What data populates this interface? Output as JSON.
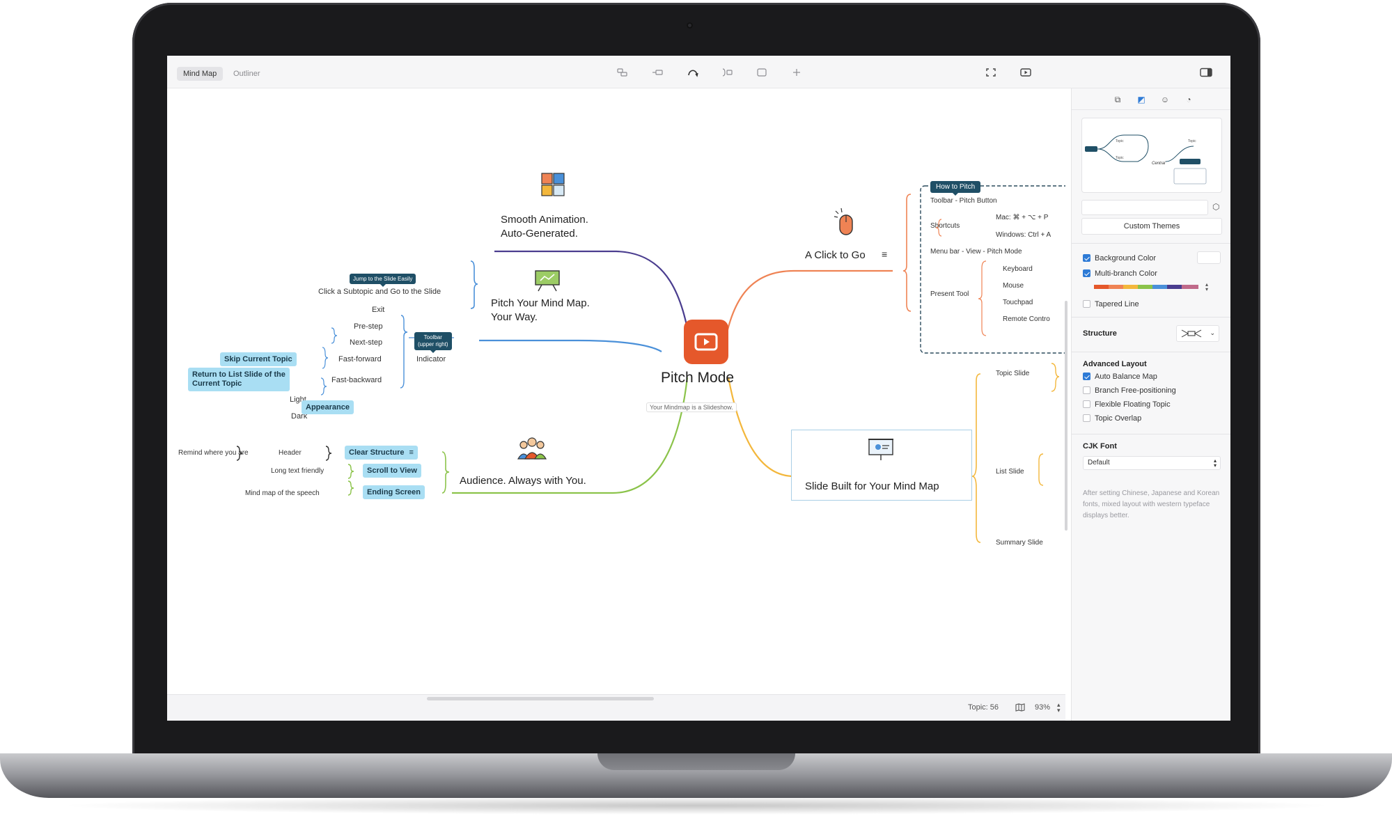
{
  "toolbar": {
    "tabs": [
      {
        "label": "Mind Map",
        "active": true
      },
      {
        "label": "Outliner",
        "active": false
      }
    ],
    "icons": [
      "topic-icon",
      "subtopic-icon",
      "relationship-icon",
      "summary-icon",
      "boundary-icon",
      "insert-icon",
      "fullscreen-icon",
      "pitch-icon",
      "panel-toggle-icon"
    ]
  },
  "canvas": {
    "central": {
      "title": "Pitch Mode",
      "label": "Your Mindmap is a Slideshow."
    },
    "branches": {
      "smooth": {
        "title_line1": "Smooth Animation.",
        "title_line2": "Auto-Generated."
      },
      "pitch": {
        "title_line1": "Pitch Your Mind Map.",
        "title_line2": "Your Way.",
        "click_subtopic": "Click a Subtopic and Go to the Slide",
        "jump_callout": "Jump to the Slide Easily",
        "indicator": "Indicator",
        "toolbar_callout_line1": "Toolbar",
        "toolbar_callout_line2": "(upper right)",
        "items": [
          "Exit",
          "Pre-step",
          "Next-step",
          "Fast-forward",
          "Fast-backward",
          "Light",
          "Dark"
        ],
        "skip": "Skip Current Topic",
        "return_line1": "Return to List Slide of the",
        "return_line2": "Current Topic",
        "appearance": "Appearance"
      },
      "audience": {
        "title": "Audience. Always with You.",
        "remind": "Remind where you are",
        "header": "Header",
        "clear": "Clear Structure",
        "long_text": "Long text friendly",
        "scroll": "Scroll to View",
        "mind_map": "Mind map of the speech",
        "ending": "Ending Screen"
      },
      "click": {
        "title": "A Click to Go",
        "how_to": "How to Pitch",
        "toolbar_item": "Toolbar - Pitch Button",
        "shortcuts": "Shortcuts",
        "mac": "Mac: ⌘ + ⌥ + P",
        "windows": "Windows: Ctrl + A",
        "menu_bar": "Menu bar - View - Pitch Mode",
        "present_tool": "Present Tool",
        "tools": [
          "Keyboard",
          "Mouse",
          "Touchpad",
          "Remote Contro"
        ]
      },
      "slide": {
        "title": "Slide Built for Your Mind Map",
        "topic_slide": "Topic Slide",
        "list_slide": "List Slide",
        "summary_slide": "Summary Slide"
      }
    }
  },
  "status": {
    "topics": "Topic: 56",
    "zoom": "93%"
  },
  "panel": {
    "tabs": [
      "style-icon",
      "theme-icon",
      "emoji-icon",
      "clock-icon"
    ],
    "preview_central": "Central",
    "preview_topic": "Topic",
    "custom_themes": "Custom Themes",
    "background_color": "Background Color",
    "multi_branch_color": "Multi-branch Color",
    "tapered_line": "Tapered Line",
    "structure": "Structure",
    "advanced_layout": "Advanced Layout",
    "auto_balance": "Auto Balance Map",
    "branch_free": "Branch Free-positioning",
    "flexible": "Flexible Floating Topic",
    "overlap": "Topic Overlap",
    "cjk_font": "CJK Font",
    "cjk_value": "Default",
    "help": "After setting Chinese, Japanese and Korean fonts, mixed layout with western typeface displays better.",
    "checks": {
      "background_color": true,
      "multi_branch_color": true,
      "tapered_line": false,
      "auto_balance": true,
      "branch_free": false,
      "flexible": false,
      "overlap": false
    }
  },
  "colors": {
    "central": "#e5582b",
    "branch_purple": "#4a3d8f",
    "branch_blue": "#4a90d9",
    "branch_green": "#8bc34a",
    "branch_orange": "#ef8354",
    "branch_yellow": "#f3b73c",
    "pill": "#a9def3",
    "callout": "#1f4f66",
    "accent": "#2e7bd6"
  }
}
